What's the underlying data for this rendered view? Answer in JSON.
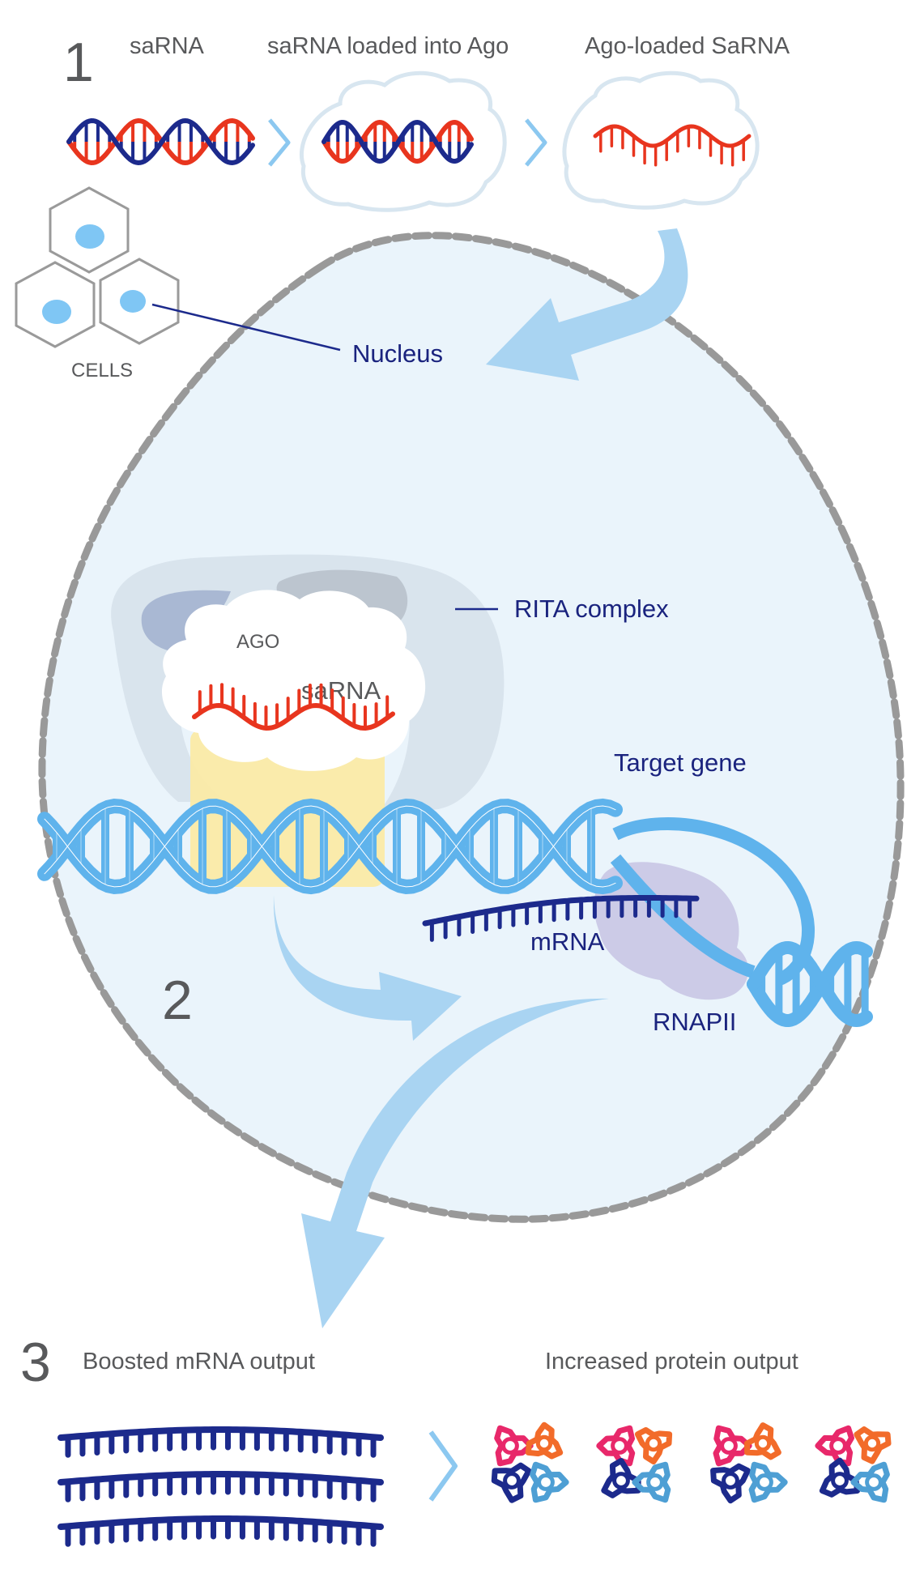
{
  "colors": {
    "navy": "#1c2a8c",
    "red": "#e8351e",
    "light_blue": "#5fb3ec",
    "pale_blue": "#a9d4f2",
    "nucleus_fill": "#eaf4fb",
    "membrane_gray": "#999999",
    "ago_gray": "#cfd8e3",
    "highlight_yellow": "#fbeaa6",
    "rnapii_purple": "#c7c3e3"
  },
  "step1": {
    "number": "1",
    "label_sarna": "saRNA",
    "label_loaded": "saRNA loaded into Ago",
    "label_ago_loaded": "Ago-loaded SaRNA",
    "cells_label": "CELLS",
    "nucleus_label": "Nucleus"
  },
  "step2": {
    "number": "2",
    "rita_label": "RITA complex",
    "ago_label": "AGO",
    "sarna_label": "saRNA",
    "target_label": "Target gene",
    "mrna_label": "mRNA",
    "rnapii_label": "RNAPII"
  },
  "step3": {
    "number": "3",
    "boosted_label": "Boosted mRNA output",
    "protein_label": "Increased protein output"
  },
  "icons": [
    "chevron-right-icon",
    "curved-arrow-icon",
    "dna-helix-icon",
    "protein-cluster-icon",
    "cell-icon"
  ]
}
